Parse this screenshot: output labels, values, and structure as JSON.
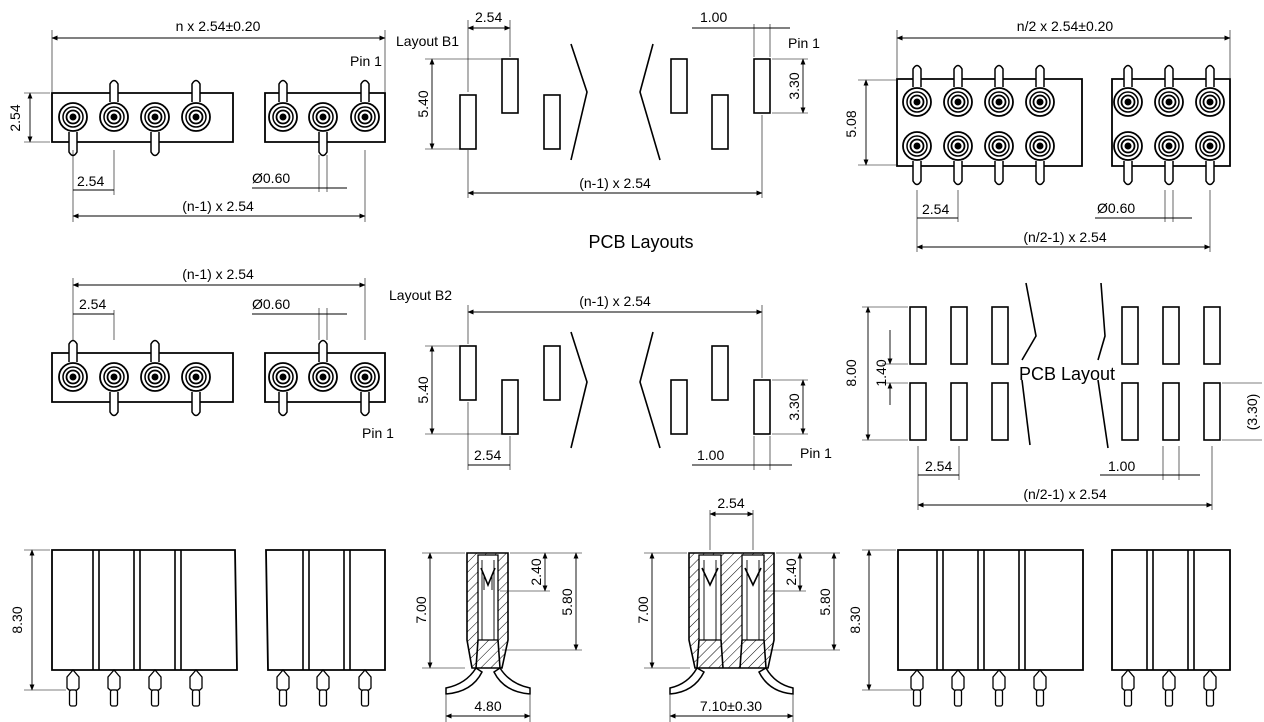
{
  "dims": {
    "a_total": "n x 2.54±0.20",
    "a_height": "2.54",
    "a_pitch": "2.54",
    "a_pin_dia": "Ø0.60",
    "a_span": "(n-1) x 2.54",
    "a_pin1": "Pin 1",
    "b1_title": "Layout B1",
    "b1_pitch": "2.54",
    "b1_pad_w": "1.00",
    "b1_pin1": "Pin 1",
    "b1_offset": "3.30",
    "b1_height": "5.40",
    "b1_span": "(n-1) x 2.54",
    "pcb_layouts": "PCB Layouts",
    "c_total": "n/2 x 2.54±0.20",
    "c_height": "5.08",
    "c_pitch": "2.54",
    "c_pin_dia": "Ø0.60",
    "c_span": "(n/2-1) x 2.54",
    "d_span": "(n-1) x 2.54",
    "d_pitch": "2.54",
    "d_pin_dia": "Ø0.60",
    "d_pin1": "Pin 1",
    "b2_title": "Layout B2",
    "b2_span": "(n-1) x 2.54",
    "b2_height": "5.40",
    "b2_offset": "3.30",
    "b2_pitch": "2.54",
    "b2_pad_w": "1.00",
    "b2_pin1": "Pin 1",
    "e_height": "8.00",
    "e_gap": "1.40",
    "e_title": "PCB Layout",
    "e_offset": "(3.30)",
    "e_pitch": "2.54",
    "e_pad_w": "1.00",
    "e_span": "(n/2-1) x 2.54",
    "s1_height": "8.30",
    "s2_height": "7.00",
    "s2_depth": "2.40",
    "s2_inner": "5.80",
    "s2_width": "4.80",
    "s3_pitch": "2.54",
    "s3_height": "7.00",
    "s3_depth": "2.40",
    "s3_inner": "5.80",
    "s3_width": "7.10±0.30",
    "s4_height": "8.30"
  }
}
